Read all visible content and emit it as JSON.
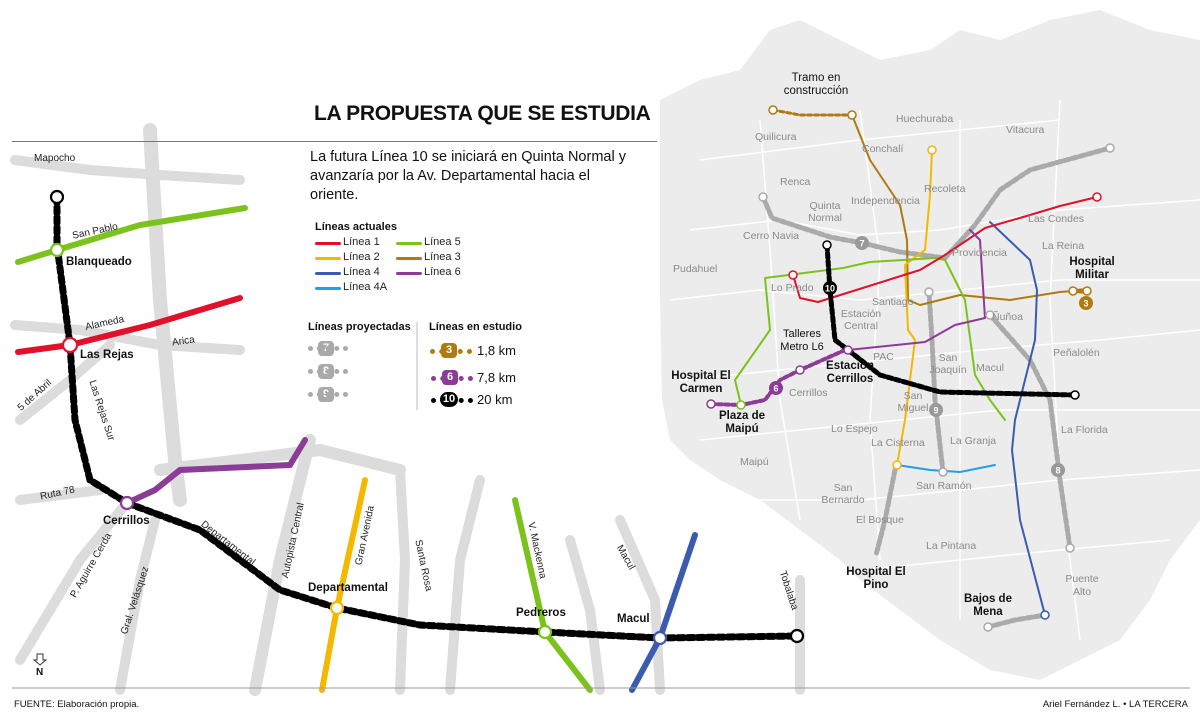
{
  "title": "LA PROPUESTA QUE SE ESTUDIA",
  "intro": "La futura Línea 10 se iniciará en Quinta Normal y avanzaría por la Av. Departamental hacia el oriente.",
  "legend": {
    "current_heading": "Líneas actuales",
    "current": [
      {
        "label": "Línea 1",
        "color": "#e0112b"
      },
      {
        "label": "Línea 2",
        "color": "#f5b800"
      },
      {
        "label": "Línea 4",
        "color": "#3a5bb0"
      },
      {
        "label": "Línea 4A",
        "color": "#22a0e6"
      },
      {
        "label": "Línea 5",
        "color": "#7cc21d"
      },
      {
        "label": "Línea 3",
        "color": "#b07a12"
      },
      {
        "label": "Línea 6",
        "color": "#8c3b96"
      }
    ],
    "projected_heading": "Líneas proyectadas",
    "projected": [
      "7",
      "8",
      "9"
    ],
    "study_heading": "Líneas en estudio",
    "study": [
      {
        "num": "3",
        "km": "1,8 km",
        "color": "#b07a12"
      },
      {
        "num": "6",
        "km": "7,8 km",
        "color": "#8c3b96"
      },
      {
        "num": "10",
        "km": "20 km",
        "color": "#000000"
      }
    ]
  },
  "left_map": {
    "streets": [
      "Mapocho",
      "San Pablo",
      "Alameda",
      "Arica",
      "5 de Abril",
      "Las Rejas Sur",
      "Ruta 78",
      "P. Aguirre Cerda",
      "Gral. Velásquez",
      "Departamental",
      "Autopista Central",
      "Gran Avenida",
      "Santa Rosa",
      "V. Mackenna",
      "Macul",
      "Tobalaba"
    ],
    "stations": [
      "Blanqueado",
      "Las Rejas",
      "Cerrillos",
      "Departamental",
      "Pedreros",
      "Macul"
    ],
    "north": "N"
  },
  "right_map": {
    "communes": [
      "Quilicura",
      "Huechuraba",
      "Vitacura",
      "Conchalí",
      "Renca",
      "Recoleta",
      "Independencia",
      "Quinta Normal",
      "Cerro Navia",
      "Las Condes",
      "La Reina",
      "Providencia",
      "Pudahuel",
      "Lo Prado",
      "Santiago",
      "Estación Central",
      "Ñuñoa",
      "Peñalolén",
      "PAC",
      "San Joaquín",
      "Macul",
      "Cerrillos",
      "San Miguel",
      "Lo Espejo",
      "La Cisterna",
      "La Granja",
      "La Florida",
      "Maipú",
      "San Ramón",
      "San Bernardo",
      "El Bosque",
      "La Pintana",
      "Puente Alto"
    ],
    "landmarks": [
      "Tramo en construcción",
      "Hospital Militar",
      "Talleres Metro L6",
      "Estación Cerrillos",
      "Hospital El Carmen",
      "Plaza de Maipú",
      "Hospital El Pino",
      "Bajos de Mena"
    ]
  },
  "footer": {
    "source": "FUENTE: Elaboración propia.",
    "credit": "Ariel Fernández L. • LA TERCERA"
  }
}
